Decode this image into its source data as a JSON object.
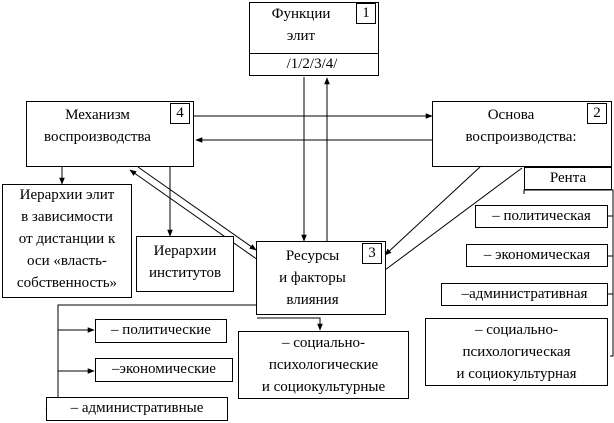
{
  "functions": {
    "line1": "Функции",
    "line2": "элит",
    "number": "1",
    "formula": "/1/2/3/4/"
  },
  "mechanism": {
    "line1": "Механизм",
    "line2": "воспроизводства",
    "number": "4"
  },
  "basis": {
    "line1": "Основа",
    "line2": "воспроизводства:",
    "number": "2"
  },
  "rent": {
    "label": "Рента"
  },
  "elite_hierarchy": {
    "lines": [
      "Иерархии элит",
      "в зависимости",
      "от дистанции к",
      "оси «власть-",
      "собственность»"
    ]
  },
  "institutions": {
    "line1": "Иерархии",
    "line2": "институтов"
  },
  "resources": {
    "line1": "Ресурсы",
    "line2": "и факторы",
    "line3": "влияния",
    "number": "3"
  },
  "rent_items": [
    "– политическая",
    "– экономическая",
    "–административная"
  ],
  "rent_social": {
    "lines": [
      "– социально-",
      "психологическая",
      "и социокультурная"
    ]
  },
  "resource_items": [
    "– политические",
    "–экономические",
    "– административные"
  ],
  "resource_social": {
    "lines": [
      "– социально-",
      "психологические",
      "и социокультурные"
    ]
  }
}
